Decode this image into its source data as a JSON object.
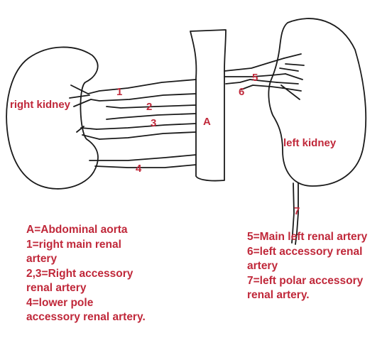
{
  "diagram": {
    "labels": {
      "right_kidney": "right kidney",
      "left_kidney": "left kidney",
      "aorta": "A",
      "n1": "1",
      "n2": "2",
      "n3": "3",
      "n4": "4",
      "n5": "5",
      "n6": "6",
      "n7": "7"
    },
    "legend_left": [
      "A=Abdominal aorta",
      "1=right main renal",
      "artery",
      "2,3=Right accessory",
      "renal artery",
      "4=lower pole",
      "accessory renal artery."
    ],
    "legend_right": [
      "5=Main left renal artery",
      "6=left accessory renal",
      "artery",
      "7=left polar accessory",
      "renal artery."
    ],
    "colors": {
      "outline": "#1a1a1a",
      "label": "#c0283a"
    }
  }
}
